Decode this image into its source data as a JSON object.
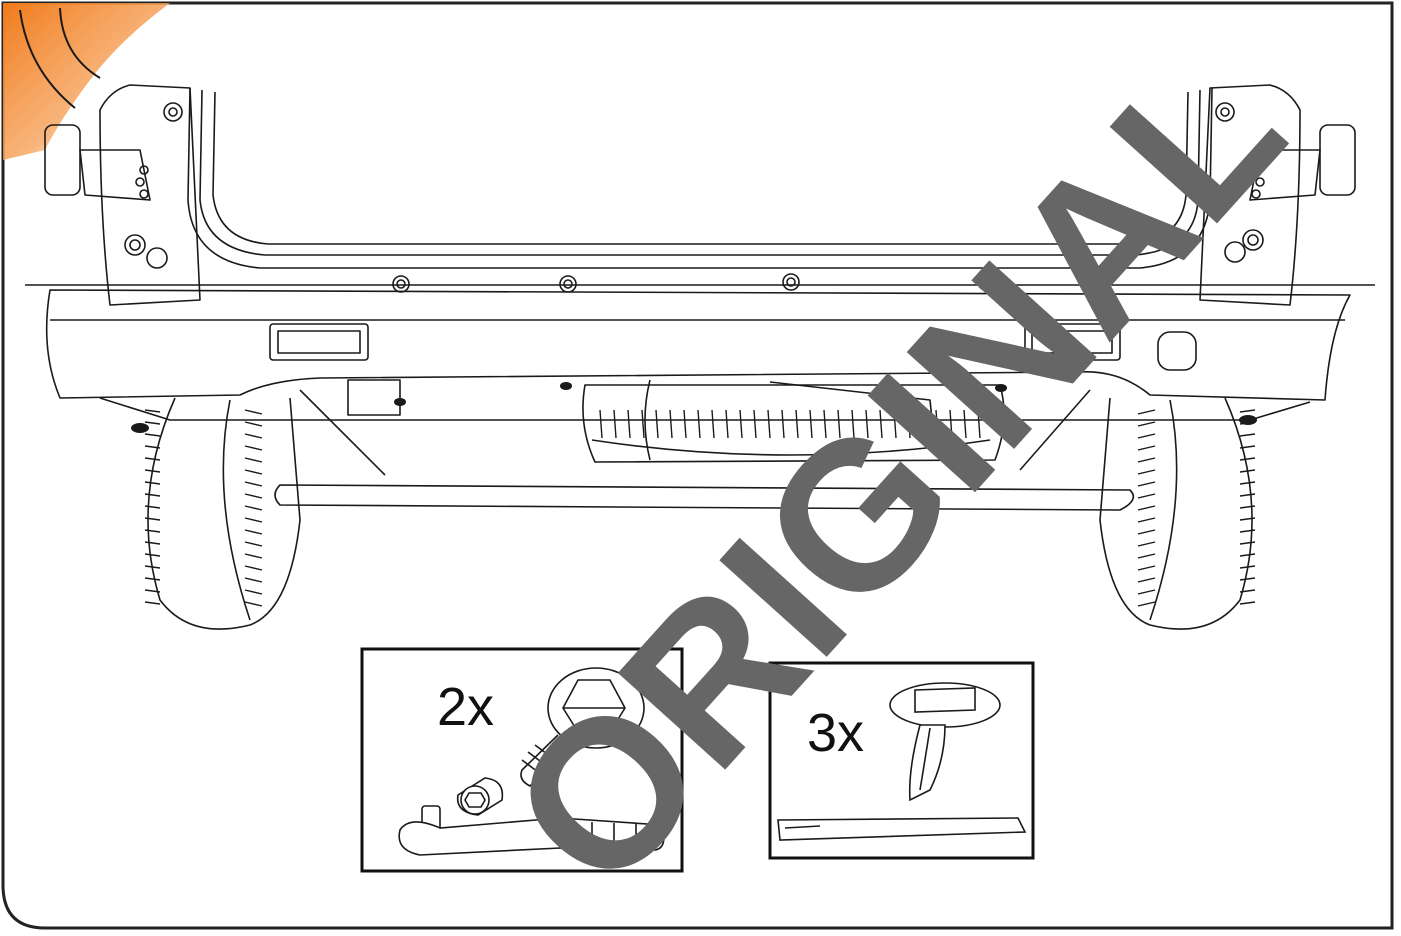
{
  "callouts": {
    "bolts": {
      "quantity": "2x",
      "parts": [
        "hex-flange-bolt",
        "socket",
        "ratchet-wrench"
      ]
    },
    "clips": {
      "quantity": "3x",
      "parts": [
        "push-rivet-clip",
        "trim-removal-tool"
      ]
    }
  },
  "watermark": {
    "text": "ORIGINAL",
    "color": "#666666"
  },
  "colors": {
    "accent": "#f07a1a",
    "line": "#1a1a1a",
    "frame": "#222222"
  },
  "icons": [
    "hex-bolt-icon",
    "socket-icon",
    "ratchet-icon",
    "push-clip-icon",
    "trim-tool-icon"
  ]
}
